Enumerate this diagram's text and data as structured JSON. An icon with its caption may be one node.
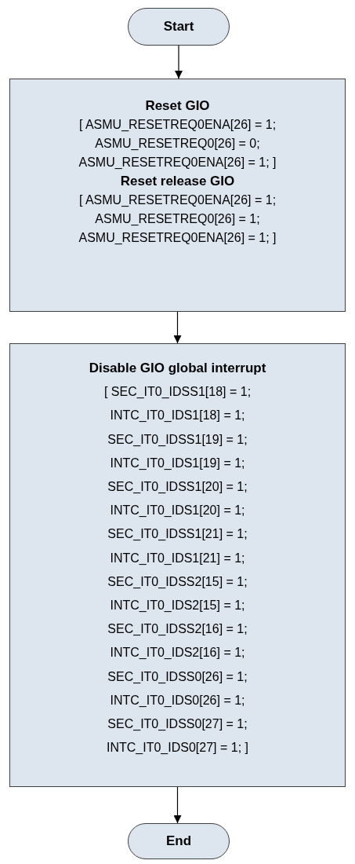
{
  "diagram": {
    "nodes": [
      {
        "text": [
          "Start"
        ]
      },
      {
        "text": [
          "Reset GIO",
          "[ ASMU_RESETREQ0ENA[26] = 1;",
          "ASMU_RESETREQ0[26] = 0;",
          "ASMU_RESETREQ0ENA[26] = 1; ]",
          "Reset release GIO",
          "[ ASMU_RESETREQ0ENA[26] = 1;",
          "ASMU_RESETREQ0[26] = 1;",
          "ASMU_RESETREQ0ENA[26] = 1; ]"
        ]
      },
      {
        "text": [
          "Disable GIO global interrupt",
          "[ SEC_IT0_IDSS1[18] = 1;",
          "INTC_IT0_IDS1[18] = 1;",
          "SEC_IT0_IDSS1[19] = 1;",
          "INTC_IT0_IDS1[19] = 1;",
          "SEC_IT0_IDSS1[20] = 1;",
          "INTC_IT0_IDS1[20] = 1;",
          "SEC_IT0_IDSS1[21] = 1;",
          "INTC_IT0_IDS1[21] = 1;",
          "SEC_IT0_IDSS2[15] = 1;",
          "INTC_IT0_IDS2[15] = 1;",
          "SEC_IT0_IDSS2[16] = 1;",
          "INTC_IT0_IDS2[16] = 1;",
          "SEC_IT0_IDSS0[26] = 1;",
          "INTC_IT0_IDS0[26] = 1;",
          "SEC_IT0_IDSS0[27] = 1;",
          "INTC_IT0_IDS0[27] = 1; ]"
        ]
      },
      {
        "text": [
          "End"
        ]
      }
    ],
    "edges": [
      {
        "from": 0,
        "to": 1,
        "arrow": "to"
      },
      {
        "from": 1,
        "to": 2,
        "arrow": "to"
      },
      {
        "from": 2,
        "to": 3,
        "arrow": "to"
      }
    ]
  }
}
